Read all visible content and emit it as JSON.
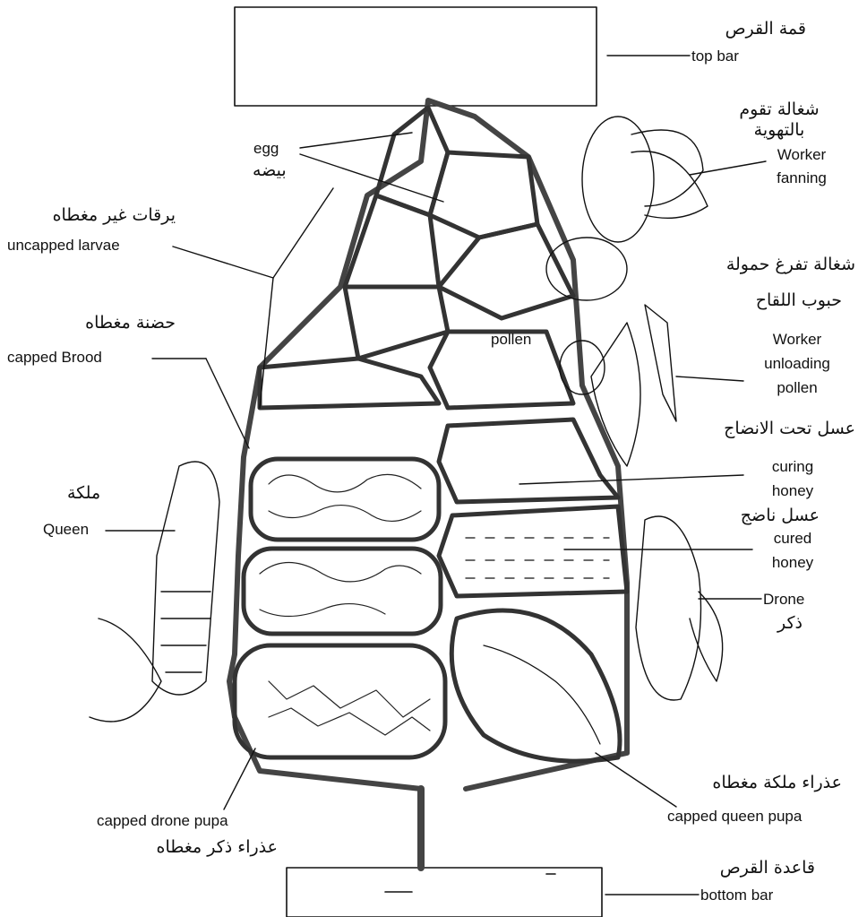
{
  "labels": {
    "top_bar_ar": "قمة القرص",
    "top_bar_en": "top bar",
    "fanning_ar_1": "شغالة تقوم",
    "fanning_ar_2": "بالتهوية",
    "fanning_en_1": "Worker",
    "fanning_en_2": "fanning",
    "egg_en": "egg",
    "egg_ar": "بيضه",
    "uncapped_ar": "يرقات غير مغطاه",
    "uncapped_en": "uncapped larvae",
    "unloading_ar_1": "شغالة تفرغ حمولة",
    "unloading_ar_2": "حبوب اللقاح",
    "unloading_en_1": "Worker",
    "unloading_en_2": "unloading",
    "unloading_en_3": "pollen",
    "brood_ar": "حضنة مغطاه",
    "brood_en": "capped Brood",
    "pollen_en": "pollen",
    "curing_ar": "عسل تحت الانضاج",
    "curing_en_1": "curing",
    "curing_en_2": "honey",
    "queen_ar": "ملكة",
    "queen_en": "Queen",
    "cured_ar": "عسل ناضج",
    "cured_en_1": "cured",
    "cured_en_2": "honey",
    "drone_en": "Drone",
    "drone_ar": "ذكر",
    "queen_pupa_ar": "عذراء ملكة مغطاه",
    "queen_pupa_en": "capped queen pupa",
    "drone_pupa_en": "capped drone pupa",
    "drone_pupa_ar": "عذراء ذكر مغطاه",
    "bottom_bar_ar": "قاعدة القرص",
    "bottom_bar_en": "bottom bar"
  },
  "colors": {
    "ink": "#111111",
    "comb": "#555555",
    "cell_fill": "#ffffff"
  }
}
